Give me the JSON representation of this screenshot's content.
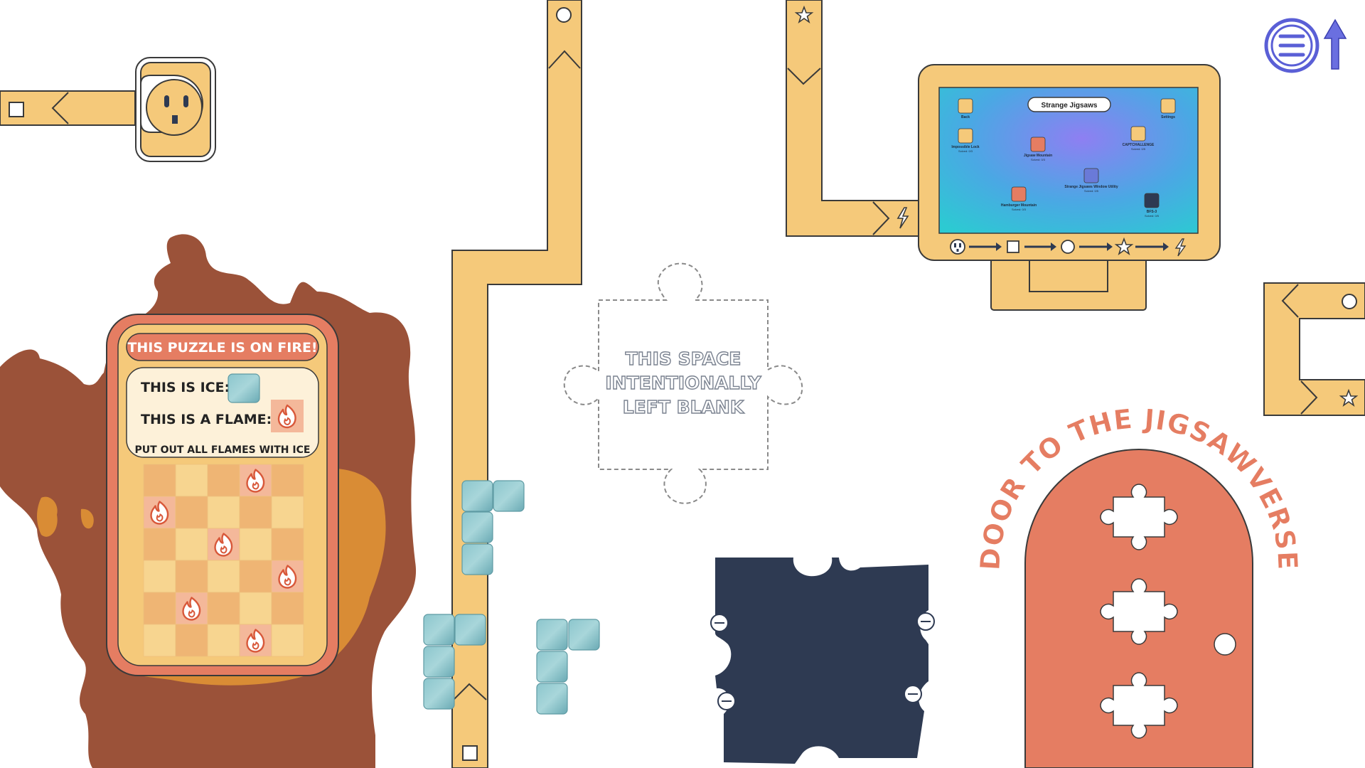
{
  "fire_puzzle": {
    "banner": "THIS PUZZLE IS ON FIRE!",
    "ice_label": "THIS IS ICE:",
    "flame_label": "THIS IS A FLAME:",
    "instruction": "PUT OUT ALL FLAMES WITH ICE",
    "grid_rows": 6,
    "grid_cols": 5,
    "flames": [
      [
        0,
        3
      ],
      [
        1,
        0
      ],
      [
        2,
        2
      ],
      [
        3,
        4
      ],
      [
        4,
        1
      ],
      [
        5,
        3
      ]
    ]
  },
  "blank_piece": {
    "line1": "THIS SPACE",
    "line2": "INTENTIONALLY",
    "line3": "LEFT BLANK"
  },
  "door": {
    "title": "DOOR TO THE JIGSAWVERSE"
  },
  "computer": {
    "window_title": "Strange Jigsaws",
    "apps": [
      {
        "name": "Back",
        "sub": ""
      },
      {
        "name": "Impossible Lock",
        "sub": "Solved: 0/3"
      },
      {
        "name": "Jigsaw Mountain",
        "sub": "Solved: 0/3"
      },
      {
        "name": "CAPTCHALLENGE",
        "sub": "Solved: 0/5"
      },
      {
        "name": "Settings",
        "sub": ""
      },
      {
        "name": "Strange Jigsaws Window Utility",
        "sub": "Solved: 0/5"
      },
      {
        "name": "Hamburger Mountain",
        "sub": "Solved: 0/3"
      },
      {
        "name": "BFS-3",
        "sub": "Solved: 0/5"
      }
    ],
    "sequence_icons": [
      "outlet-face",
      "square",
      "circle",
      "star",
      "lightning"
    ]
  },
  "icons": {
    "menu": "hamburger-menu-icon",
    "up_arrow": "up-arrow-icon"
  },
  "colors": {
    "cable": "#f5c97a",
    "cable_stroke": "#3a3a3a",
    "door": "#e57d62",
    "fire_dark": "#9b5239",
    "fire_mid": "#d98c35",
    "ice": "#74b4bd",
    "navy": "#2e3a52",
    "menu_accent": "#5a5fd6",
    "screen_a": "#32c5d3",
    "screen_b": "#8c7ef0"
  }
}
